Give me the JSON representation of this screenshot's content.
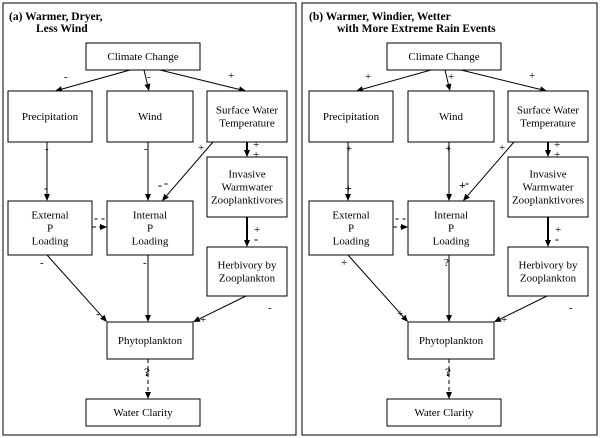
{
  "panels": [
    {
      "id": "a",
      "title_lines": [
        "(a)  Warmer, Dryer,",
        "Less Wind"
      ],
      "nodes": [
        {
          "id": "climate",
          "lines": [
            "Climate Change"
          ]
        },
        {
          "id": "precip",
          "lines": [
            "Precipitation"
          ]
        },
        {
          "id": "wind",
          "lines": [
            "Wind"
          ]
        },
        {
          "id": "swt",
          "lines": [
            "Surface Water",
            "Temperature"
          ]
        },
        {
          "id": "ext",
          "lines": [
            "External",
            "P",
            "Loading"
          ]
        },
        {
          "id": "int",
          "lines": [
            "Internal",
            "P",
            "Loading"
          ]
        },
        {
          "id": "inv",
          "lines": [
            "Invasive",
            "Warmwater",
            "Zooplanktivores"
          ]
        },
        {
          "id": "herb",
          "lines": [
            "Herbivory by",
            "Zooplankton"
          ]
        },
        {
          "id": "phyto",
          "lines": [
            "Phytoplankton"
          ]
        },
        {
          "id": "clarity",
          "lines": [
            "Water Clarity"
          ]
        }
      ],
      "signs": {
        "climate_precip": "-",
        "climate_wind": "-",
        "climate_swt": "+",
        "precip_ext_top": "-",
        "precip_ext_bottom": "-",
        "wind_int_top": "-",
        "wind_int_bottom": "-",
        "swt_int_top": "+",
        "swt_int_bottom": "-",
        "swt_inv_top": "+",
        "swt_inv_bottom": "+",
        "ext_int": "- -",
        "inv_herb_top": "+",
        "inv_herb_bottom": "-",
        "ext_phyto_top": "-",
        "ext_phyto_bottom": "-",
        "int_phyto": "-",
        "herb_phyto_top": "-",
        "herb_phyto_bottom": "+",
        "phyto_clarity": "?"
      }
    },
    {
      "id": "b",
      "title_lines": [
        "(b)  Warmer, Windier, Wetter",
        "with More Extreme Rain Events"
      ],
      "nodes": [
        {
          "id": "climate",
          "lines": [
            "Climate Change"
          ]
        },
        {
          "id": "precip",
          "lines": [
            "Precipitation"
          ]
        },
        {
          "id": "wind",
          "lines": [
            "Wind"
          ]
        },
        {
          "id": "swt",
          "lines": [
            "Surface Water",
            "Temperature"
          ]
        },
        {
          "id": "ext",
          "lines": [
            "External",
            "P",
            "Loading"
          ]
        },
        {
          "id": "int",
          "lines": [
            "Internal",
            "P",
            "Loading"
          ]
        },
        {
          "id": "inv",
          "lines": [
            "Invasive",
            "Warmwater",
            "Zooplanktivores"
          ]
        },
        {
          "id": "herb",
          "lines": [
            "Herbivory by",
            "Zooplankton"
          ]
        },
        {
          "id": "phyto",
          "lines": [
            "Phytoplankton"
          ]
        },
        {
          "id": "clarity",
          "lines": [
            "Water Clarity"
          ]
        }
      ],
      "signs": {
        "climate_precip": "+",
        "climate_wind": "+",
        "climate_swt": "+",
        "precip_ext_top": "+",
        "precip_ext_bottom": "+",
        "wind_int_top": "+",
        "wind_int_bottom": "+",
        "swt_int_top": "+",
        "swt_int_bottom": "-",
        "swt_inv_top": "+",
        "swt_inv_bottom": "+",
        "ext_int": "- -",
        "inv_herb_top": "+",
        "inv_herb_bottom": "-",
        "ext_phyto_top": "+",
        "ext_phyto_bottom": "+",
        "int_phyto": "?",
        "herb_phyto_top": "-",
        "herb_phyto_bottom": "+",
        "phyto_clarity": "?"
      }
    }
  ],
  "edges": [
    {
      "from": "climate",
      "to": "precip"
    },
    {
      "from": "climate",
      "to": "wind"
    },
    {
      "from": "climate",
      "to": "swt"
    },
    {
      "from": "precip",
      "to": "ext"
    },
    {
      "from": "wind",
      "to": "int"
    },
    {
      "from": "swt",
      "to": "int"
    },
    {
      "from": "swt",
      "to": "inv",
      "thick": true
    },
    {
      "from": "ext",
      "to": "int",
      "dashed": true
    },
    {
      "from": "inv",
      "to": "herb",
      "thick": true
    },
    {
      "from": "ext",
      "to": "phyto"
    },
    {
      "from": "int",
      "to": "phyto"
    },
    {
      "from": "herb",
      "to": "phyto"
    },
    {
      "from": "phyto",
      "to": "clarity",
      "dashed": true
    }
  ]
}
